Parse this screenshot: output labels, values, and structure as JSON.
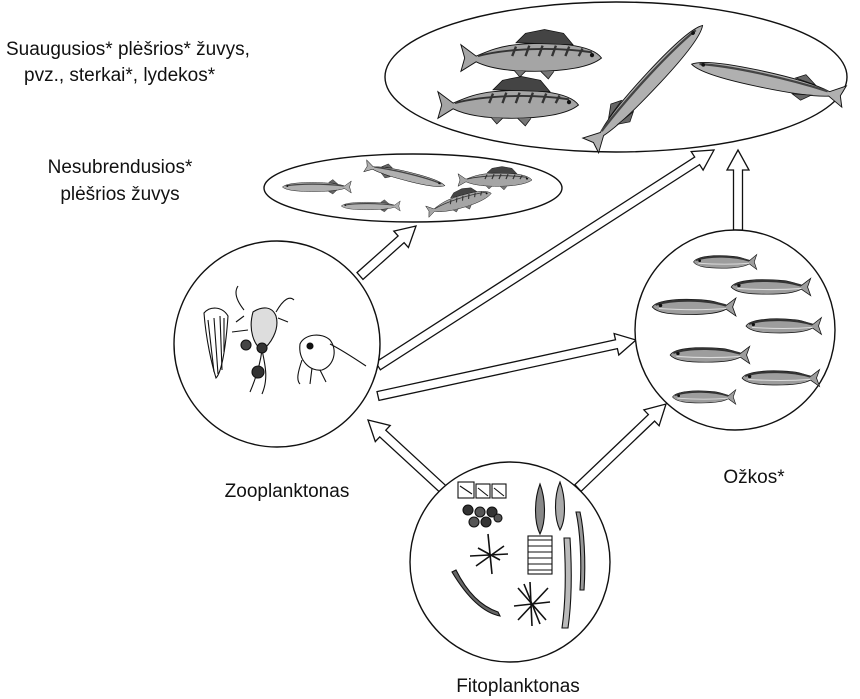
{
  "labels": {
    "adult_predators_line1": "Suaugusios* plėšrios* žuvys,",
    "adult_predators_line2": "pvz., sterkai*, lydekos*",
    "juvenile_predators_line1": "Nesubrendusios*",
    "juvenile_predators_line2": "plėšrios žuvys",
    "zooplankton": "Zooplanktonas",
    "smelt": "Ožkos*",
    "phytoplankton": "Fitoplanktonas"
  },
  "colors": {
    "stroke": "#111111",
    "background": "#ffffff",
    "fish_body": "#9a9a9a",
    "fish_back": "#4a4a4a"
  },
  "icons": {
    "adult_group": "pikeperch-and-pike-fish-icons",
    "juvenile_group": "small-predatory-fish-icons",
    "smelt_group": "smelt-fish-icons",
    "zooplankton_group": "zooplankton-organism-icons",
    "phytoplankton_group": "phytoplankton-organism-icons"
  }
}
